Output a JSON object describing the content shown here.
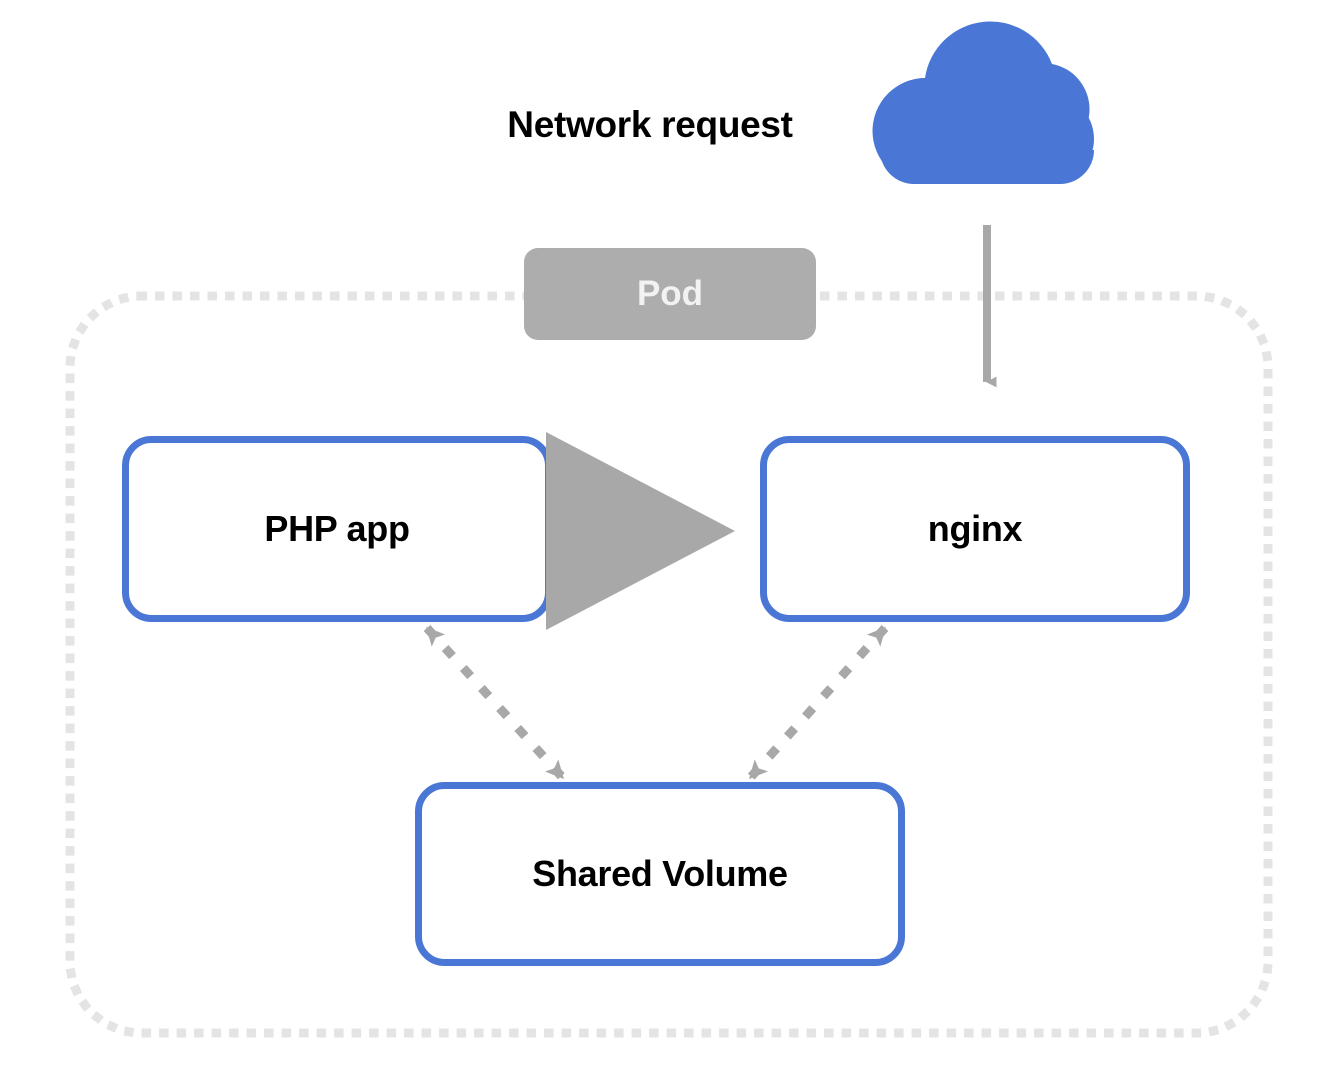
{
  "diagram": {
    "title": "Kubernetes Pod with PHP app, nginx and Shared Volume",
    "background_color": "#ffffff",
    "colors": {
      "accent_blue": "#4a77d6",
      "cloud_blue": "#4a77d6",
      "arrow_gray": "#a8a8a8",
      "pod_label_gray": "#adadad",
      "pod_border_gray": "#e4e4e4",
      "node_fill": "#ffffff",
      "text_black": "#000000",
      "pod_label_text": "#f2f2f2"
    },
    "boundary": {
      "name": "pod-boundary",
      "label": "Pod",
      "border_style": "dotted",
      "border_color": "#e4e4e4"
    },
    "nodes": [
      {
        "id": "cloud",
        "label": "Network request",
        "icon": "cloud-icon",
        "shape": "cloud",
        "color": "#4a77d6"
      },
      {
        "id": "pod",
        "label": "Pod",
        "shape": "rounded-rect",
        "color": "#adadad"
      },
      {
        "id": "php-app",
        "label": "PHP app",
        "shape": "rounded-rect",
        "color": "#4a77d6"
      },
      {
        "id": "nginx",
        "label": "nginx",
        "shape": "rounded-rect",
        "color": "#4a77d6"
      },
      {
        "id": "shared-volume",
        "label": "Shared Volume",
        "shape": "rounded-rect",
        "color": "#4a77d6"
      }
    ],
    "edges": [
      {
        "id": "cloud-to-nginx",
        "from": "cloud",
        "to": "nginx",
        "style": "solid",
        "arrows": "end",
        "color": "#a8a8a8"
      },
      {
        "id": "php-app-to-nginx",
        "from": "php-app",
        "to": "nginx",
        "style": "solid",
        "arrows": "both",
        "color": "#a8a8a8"
      },
      {
        "id": "php-app-to-shared-volume",
        "from": "php-app",
        "to": "shared-volume",
        "style": "dashed",
        "arrows": "both",
        "color": "#a8a8a8"
      },
      {
        "id": "nginx-to-shared-volume",
        "from": "nginx",
        "to": "shared-volume",
        "style": "dashed",
        "arrows": "both",
        "color": "#a8a8a8"
      }
    ]
  }
}
